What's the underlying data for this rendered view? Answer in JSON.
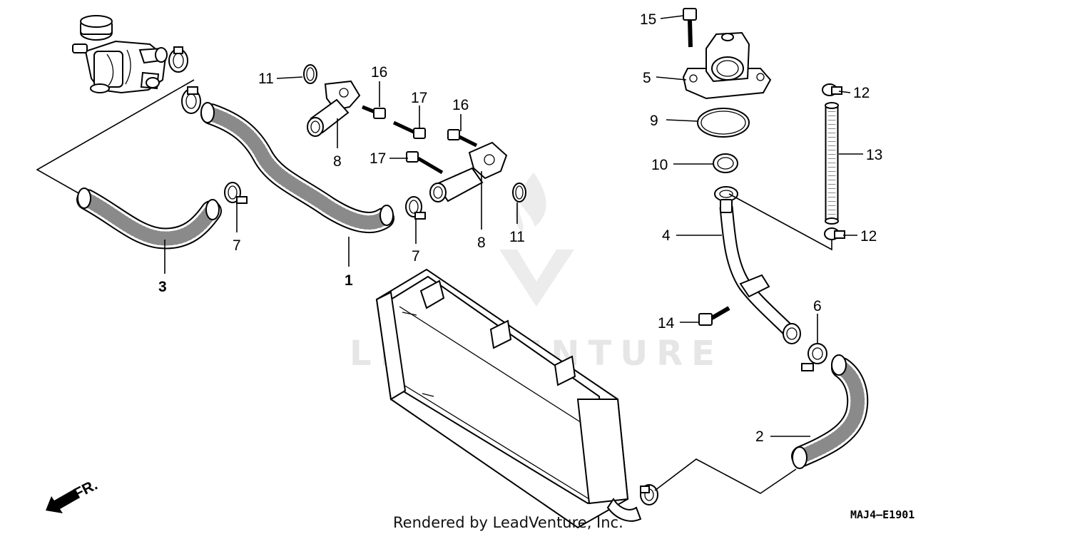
{
  "callouts": [
    {
      "id": "c1",
      "text": "1"
    },
    {
      "id": "c2",
      "text": "2"
    },
    {
      "id": "c3",
      "text": "3"
    },
    {
      "id": "c4",
      "text": "4"
    },
    {
      "id": "c5",
      "text": "5"
    },
    {
      "id": "c6",
      "text": "6"
    },
    {
      "id": "c7a",
      "text": "7"
    },
    {
      "id": "c7b",
      "text": "7"
    },
    {
      "id": "c8a",
      "text": "8"
    },
    {
      "id": "c8b",
      "text": "8"
    },
    {
      "id": "c9",
      "text": "9"
    },
    {
      "id": "c10",
      "text": "10"
    },
    {
      "id": "c11a",
      "text": "11"
    },
    {
      "id": "c11b",
      "text": "11"
    },
    {
      "id": "c12a",
      "text": "12"
    },
    {
      "id": "c12b",
      "text": "12"
    },
    {
      "id": "c13",
      "text": "13"
    },
    {
      "id": "c14",
      "text": "14"
    },
    {
      "id": "c15",
      "text": "15"
    },
    {
      "id": "c16a",
      "text": "16"
    },
    {
      "id": "c16b",
      "text": "16"
    },
    {
      "id": "c17a",
      "text": "17"
    },
    {
      "id": "c17b",
      "text": "17"
    }
  ],
  "direction_label": "FR.",
  "diagram_code": "MAJ4—E1901",
  "credit": "Rendered by LeadVenture, Inc.",
  "watermark": "LEADVENTURE"
}
